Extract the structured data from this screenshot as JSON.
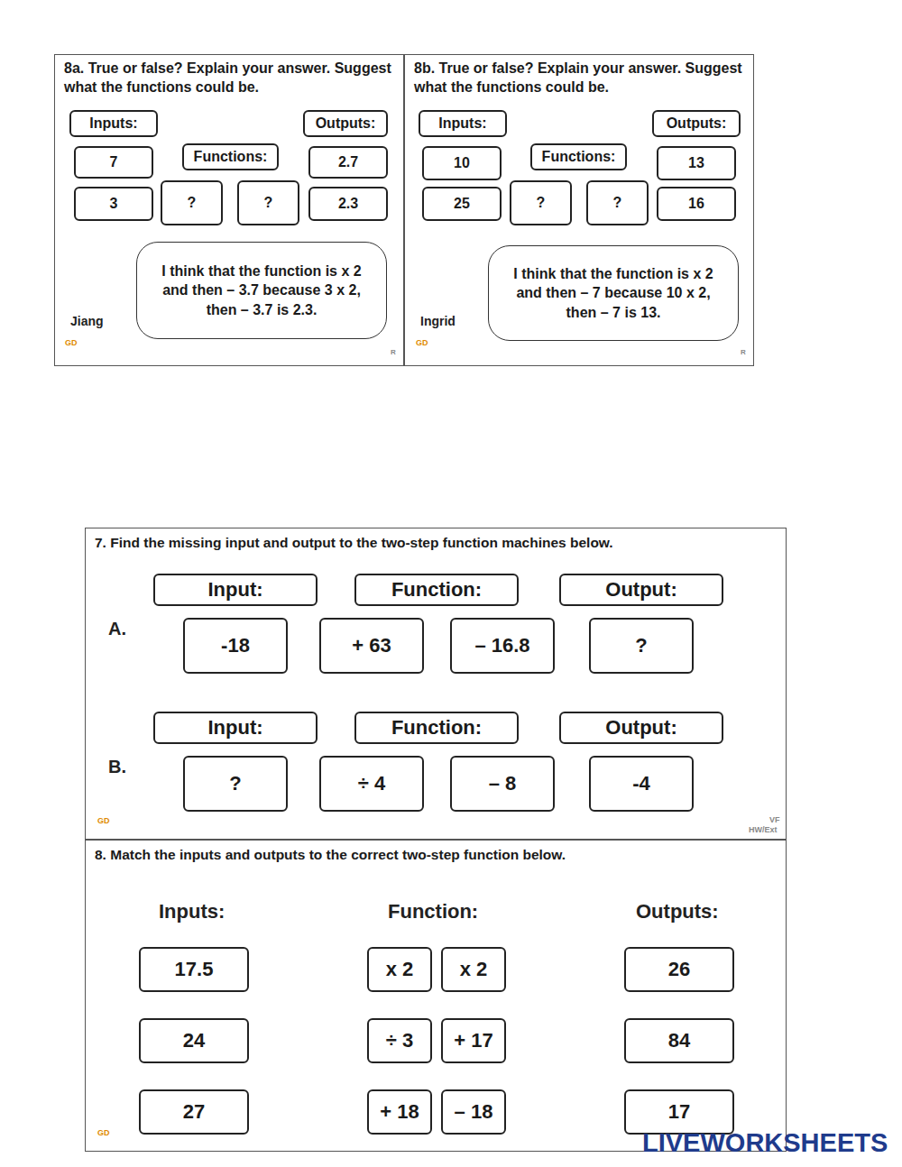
{
  "diagram": {
    "nodes": [
      {
        "text": [
          "8a. True or false? Explain your answer. Suggest what the functions could be."
        ]
      },
      {
        "text": [
          "Inputs:"
        ],
        "in": 0
      },
      {
        "text": [
          "Outputs:"
        ],
        "in": 0
      },
      {
        "text": [
          "Functions:"
        ],
        "in": 0
      },
      {
        "text": [
          "7"
        ],
        "in": 0
      },
      {
        "text": [
          "2.7"
        ],
        "in": 0
      },
      {
        "text": [
          "3"
        ],
        "in": 0
      },
      {
        "text": [
          "?"
        ],
        "in": 0
      },
      {
        "text": [
          "?"
        ],
        "in": 0
      },
      {
        "text": [
          "2.3"
        ],
        "in": 0
      },
      {
        "text": [
          "I think that the function is x 2 and then – 3.7 because 3 x 2, then – 3.7 is 2.3."
        ],
        "in": 0
      },
      {
        "text": [
          "8b. True or false? Explain your answer. Suggest what the functions could be."
        ]
      },
      {
        "text": [
          "Inputs:"
        ],
        "in": 11
      },
      {
        "text": [
          "Outputs:"
        ],
        "in": 11
      },
      {
        "text": [
          "Functions:"
        ],
        "in": 11
      },
      {
        "text": [
          "10"
        ],
        "in": 11
      },
      {
        "text": [
          "13"
        ],
        "in": 11
      },
      {
        "text": [
          "25"
        ],
        "in": 11
      },
      {
        "text": [
          "?"
        ],
        "in": 11
      },
      {
        "text": [
          "?"
        ],
        "in": 11
      },
      {
        "text": [
          "16"
        ],
        "in": 11
      },
      {
        "text": [
          "I think that the function is x 2 and then – 7 because 10 x 2, then – 7 is 13."
        ],
        "in": 11
      },
      {
        "text": [
          "7. Find the missing input and output to the two-step function machines below."
        ]
      },
      {
        "text": [
          "Input:"
        ],
        "in": 22
      },
      {
        "text": [
          "Function:"
        ],
        "in": 22
      },
      {
        "text": [
          "Output:"
        ],
        "in": 22
      },
      {
        "text": [
          "-18"
        ],
        "in": 22
      },
      {
        "text": [
          "+ 63"
        ],
        "in": 22
      },
      {
        "text": [
          "– 16.8"
        ],
        "in": 22
      },
      {
        "text": [
          "?"
        ],
        "in": 22
      },
      {
        "text": [
          "Input:"
        ],
        "in": 22
      },
      {
        "text": [
          "Function:"
        ],
        "in": 22
      },
      {
        "text": [
          "Output:"
        ],
        "in": 22
      },
      {
        "text": [
          "?"
        ],
        "in": 22
      },
      {
        "text": [
          "÷ 4"
        ],
        "in": 22
      },
      {
        "text": [
          "– 8"
        ],
        "in": 22
      },
      {
        "text": [
          "-4"
        ],
        "in": 22
      },
      {
        "text": [
          "8. Match the inputs and outputs to the correct two-step function below."
        ]
      },
      {
        "text": [
          "17.5"
        ],
        "in": 37
      },
      {
        "text": [
          "x 2"
        ],
        "in": 37
      },
      {
        "text": [
          "x 2"
        ],
        "in": 37
      },
      {
        "text": [
          "26"
        ],
        "in": 37
      },
      {
        "text": [
          "24"
        ],
        "in": 37
      },
      {
        "text": [
          "÷ 3"
        ],
        "in": 37
      },
      {
        "text": [
          "+ 17"
        ],
        "in": 37
      },
      {
        "text": [
          "84"
        ],
        "in": 37
      },
      {
        "text": [
          "27"
        ],
        "in": 37
      },
      {
        "text": [
          "+ 18"
        ],
        "in": 37
      },
      {
        "text": [
          "– 18"
        ],
        "in": 37
      },
      {
        "text": [
          "17"
        ],
        "in": 37
      }
    ],
    "edges": [
      {
        "from": 7,
        "to": 8,
        "arrow": "to"
      },
      {
        "from": 18,
        "to": 19,
        "arrow": "to"
      },
      {
        "from": 27,
        "to": 28,
        "arrow": "to"
      },
      {
        "from": 34,
        "to": 35,
        "arrow": "to"
      }
    ],
    "labels": [
      "Jiang",
      "GD",
      "R",
      "Ingrid",
      "GD",
      "R",
      "A.",
      "B.",
      "GD",
      "VF",
      "HW/Ext",
      "Inputs:",
      "Function:",
      "Outputs:",
      "GD",
      "LIVEWORKSHEETS"
    ]
  }
}
